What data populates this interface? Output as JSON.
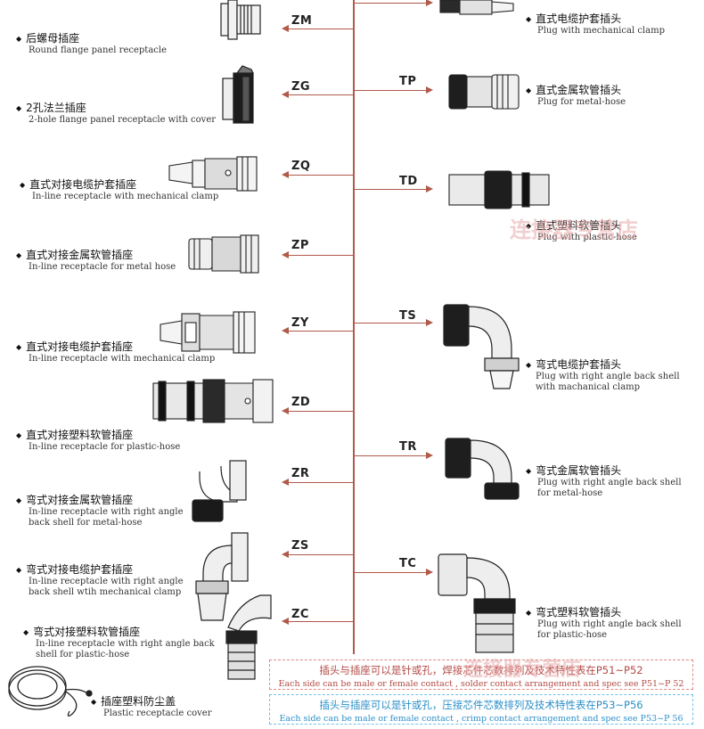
{
  "left_items": [
    {
      "code": "ZM",
      "zh": "后螺母插座",
      "en": [
        "Round flange panel receptacle"
      ]
    },
    {
      "code": "ZG",
      "zh": "2孔法兰插座",
      "en": [
        "2-hole flange panel receptacle with cover"
      ]
    },
    {
      "code": "ZQ",
      "zh": "直式对接电缆护套插座",
      "en": [
        "In-line receptacle with mechanical clamp"
      ]
    },
    {
      "code": "ZP",
      "zh": "直式对接金属软管插座",
      "en": [
        "In-line receptacle for metal hose"
      ]
    },
    {
      "code": "ZY",
      "zh": "直式对接电缆护套插座",
      "en": [
        "In-line receptacle with mechanical clamp"
      ]
    },
    {
      "code": "ZD",
      "zh": "直式对接塑料软管插座",
      "en": [
        "In-line receptacle for plastic-hose"
      ]
    },
    {
      "code": "ZR",
      "zh": "弯式对接金属软管插座",
      "en": [
        "In-line receptacle with right angle",
        "back shell for metal-hose"
      ]
    },
    {
      "code": "ZS",
      "zh": "弯式对接电缆护套插座",
      "en": [
        "In-line receptacle with right angle",
        "back shell wtih mechanical clamp"
      ]
    },
    {
      "code": "ZC",
      "zh": "弯式对接塑料软管插座",
      "en": [
        "In-line receptacle with right angle back",
        "shell for plastic-hose"
      ]
    }
  ],
  "dust_cap": {
    "zh": "插座塑料防尘盖",
    "en": "Plastic receptacle cover"
  },
  "right_items": [
    {
      "code": "",
      "zh": "直式电缆护套插头",
      "en": [
        "Plug with mechanical clamp"
      ]
    },
    {
      "code": "TP",
      "zh": "直式金属软管插头",
      "en": [
        "Plug for metal-hose"
      ]
    },
    {
      "code": "TD",
      "zh": "直式塑料软管插头",
      "en": [
        "Plug with plastic-hose"
      ]
    },
    {
      "code": "TS",
      "zh": "弯式电缆护套插头",
      "en": [
        "Plug with right angle back shell",
        "with machanical clamp"
      ]
    },
    {
      "code": "TR",
      "zh": "弯式金属软管插头",
      "en": [
        "Plug with right angle back shell",
        "for metal-hose"
      ]
    },
    {
      "code": "TC",
      "zh": "弯式塑料软管插头",
      "en": [
        "Plug with right angle back shell",
        "for plastic-hose"
      ]
    }
  ],
  "notes": {
    "solder": {
      "zh": "插头与插座可以是针或孔，焊接芯件芯数排列及技术特性表在P51~P52",
      "en": "Each side can be male or female contact , solder contact arrangement and spec see  P51~P 52"
    },
    "crimp": {
      "zh": "插头与插座可以是针或孔，压接芯件芯数排列及技术特性表在P53~P56",
      "en": "Each side can be male or female contact , crimp contact arrangement and spec see  P53~P 56"
    }
  },
  "watermarks": [
    "连接器专营店",
    "连接器专营店"
  ],
  "colors": {
    "line": "#b05a4a",
    "note_red": "#b24a44",
    "note_blue": "#2b8fc8"
  }
}
